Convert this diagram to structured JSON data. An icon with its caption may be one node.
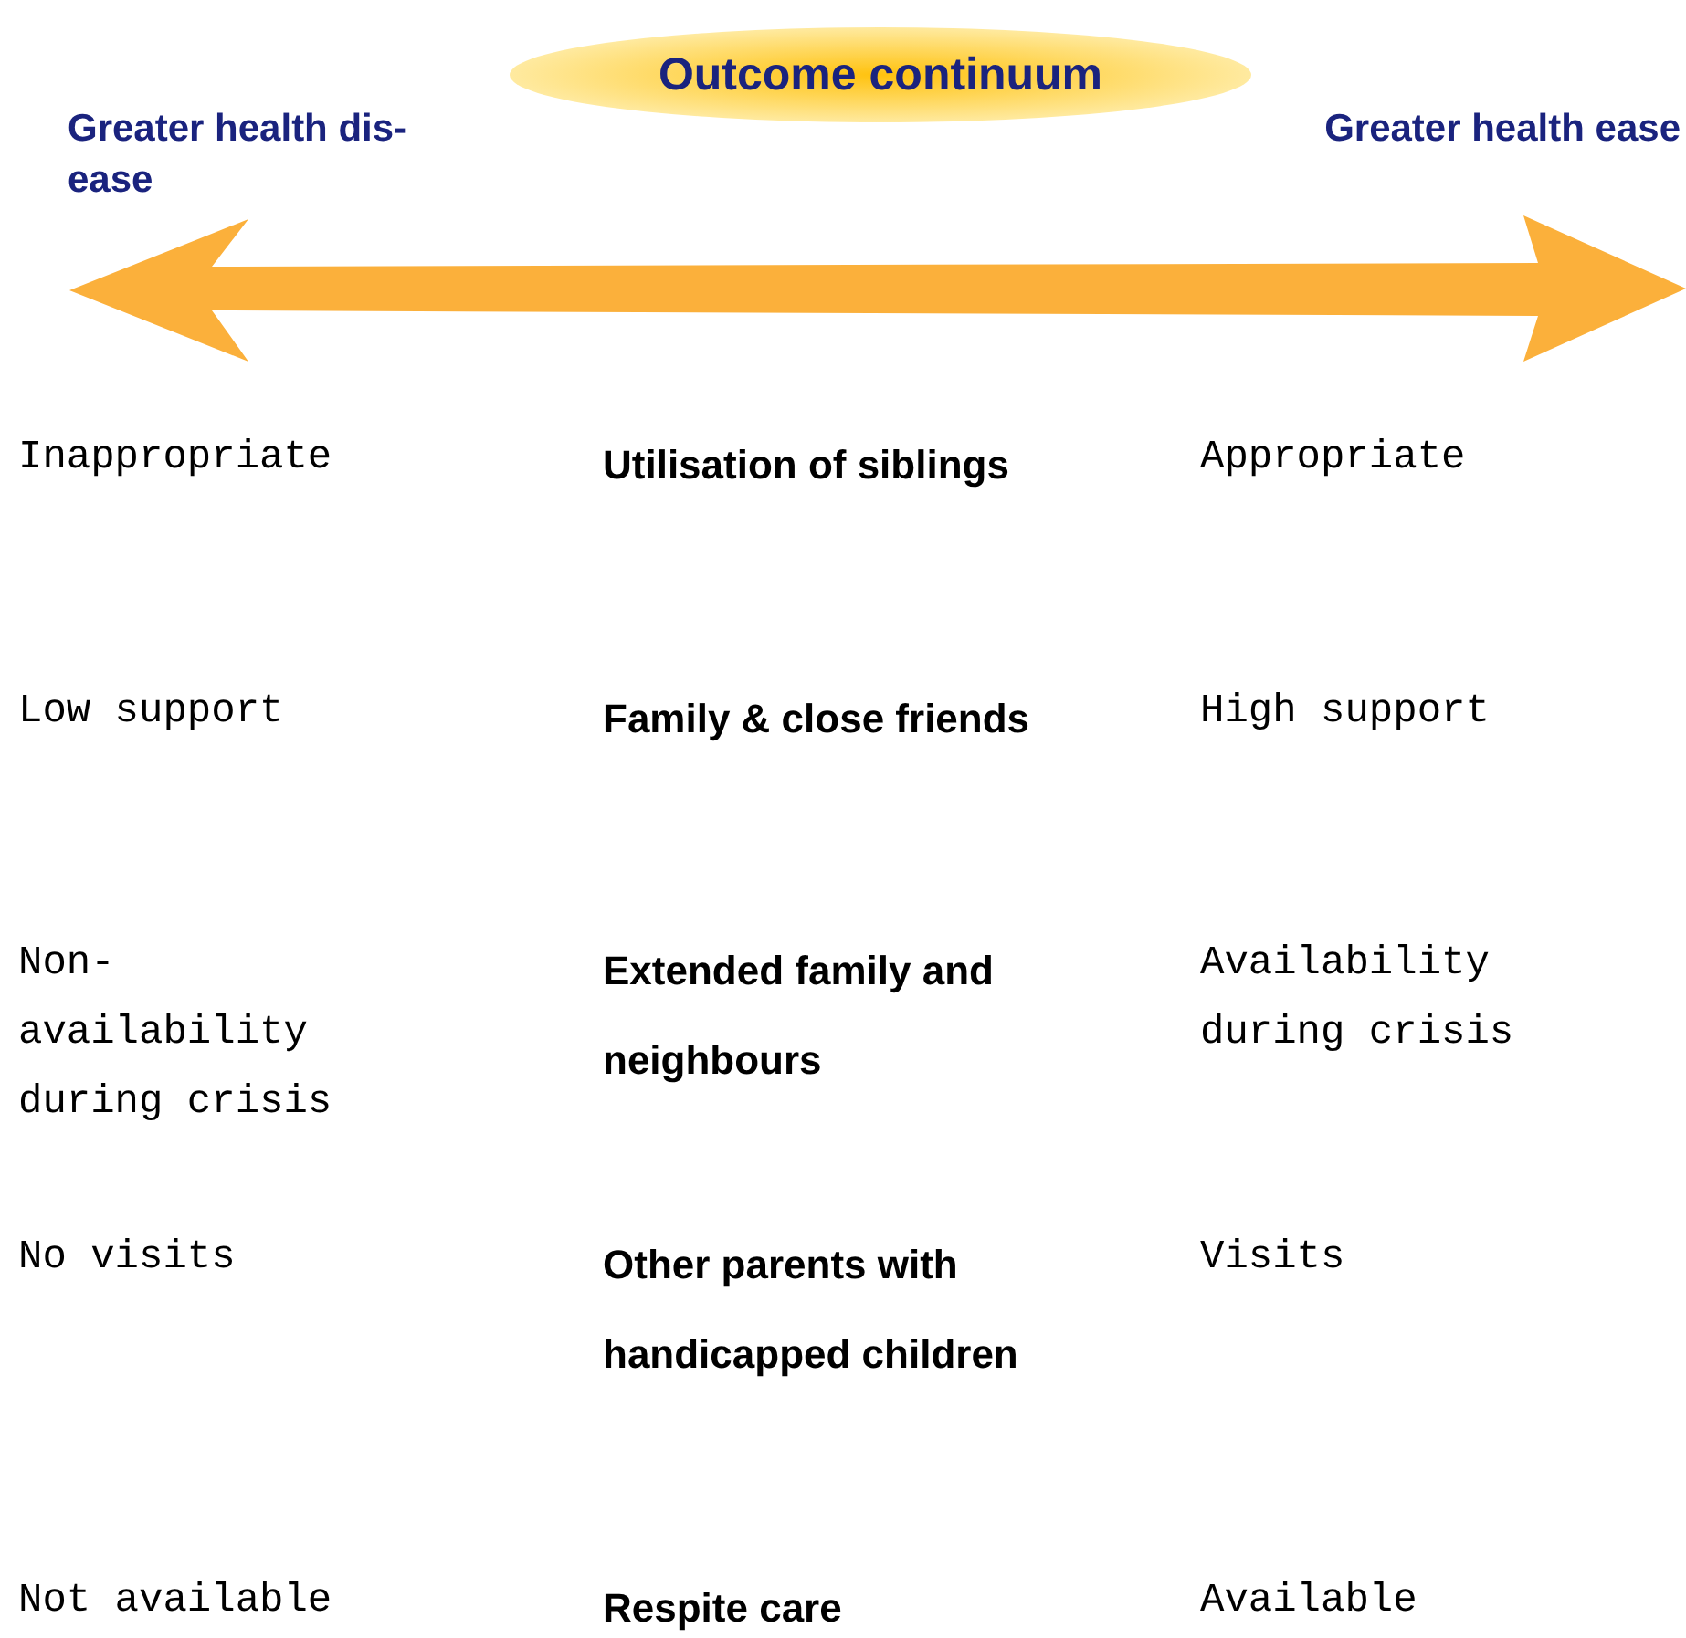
{
  "diagram": {
    "nodes": [
      {
        "text": [
          "Outcome continuum"
        ]
      }
    ],
    "labels": [
      "Greater health dis-ease",
      "Greater health ease",
      "Inappropriate",
      "Utilisation of siblings",
      "Appropriate",
      "Low support",
      "Family & close friends",
      "High support",
      "Non-availability during crisis",
      "Extended family and neighbours",
      "Availability during crisis",
      "No visits",
      "Other parents with handicapped children",
      "Visits",
      "Not available",
      "Respite care",
      "Available"
    ]
  }
}
